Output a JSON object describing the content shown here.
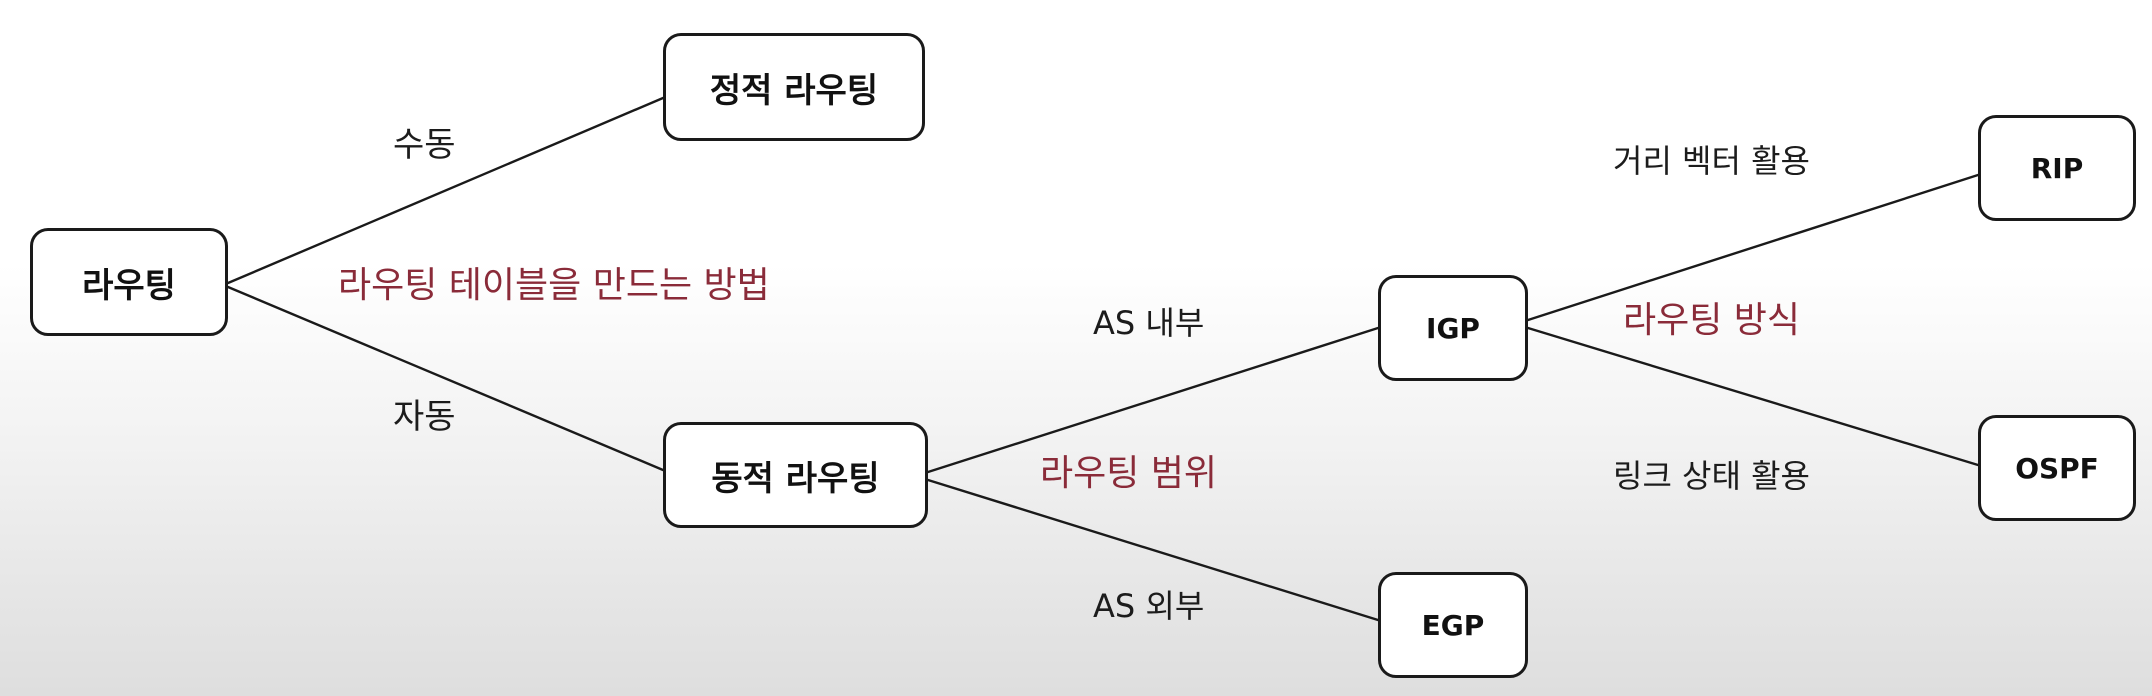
{
  "nodes": {
    "routing": "라우팅",
    "static_routing": "정적 라우팅",
    "dynamic_routing": "동적 라우팅",
    "igp": "IGP",
    "egp": "EGP",
    "rip": "RIP",
    "ospf": "OSPF"
  },
  "edge_labels": {
    "manual": "수동",
    "automatic": "자동",
    "as_internal": "AS 내부",
    "as_external": "AS 외부",
    "distance_vector": "거리 벡터 활용",
    "link_state": "링크 상태 활용"
  },
  "category_labels": {
    "table_creation_method": "라우팅 테이블을 만드는 방법",
    "routing_scope": "라우팅 범위",
    "routing_method": "라우팅 방식"
  },
  "colors": {
    "accent": "#8a2b39",
    "text": "#1c1c1c",
    "stroke": "#1a1a1a"
  }
}
